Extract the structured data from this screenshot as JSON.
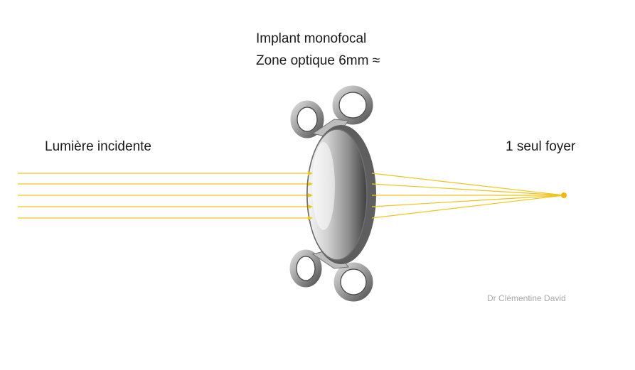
{
  "title": {
    "line1": "Implant monofocal",
    "line2": "Zone optique 6mm ≈"
  },
  "labels": {
    "incident_light": "Lumière incidente",
    "focus": "1 seul foyer",
    "credit": "Dr Clémentine David"
  },
  "colors": {
    "ray": "#f0c419",
    "focal_point": "#f5b800",
    "lens_edge": "#6f6f6f",
    "text": "#1a1a1a",
    "credit": "#a8a8a8"
  }
}
